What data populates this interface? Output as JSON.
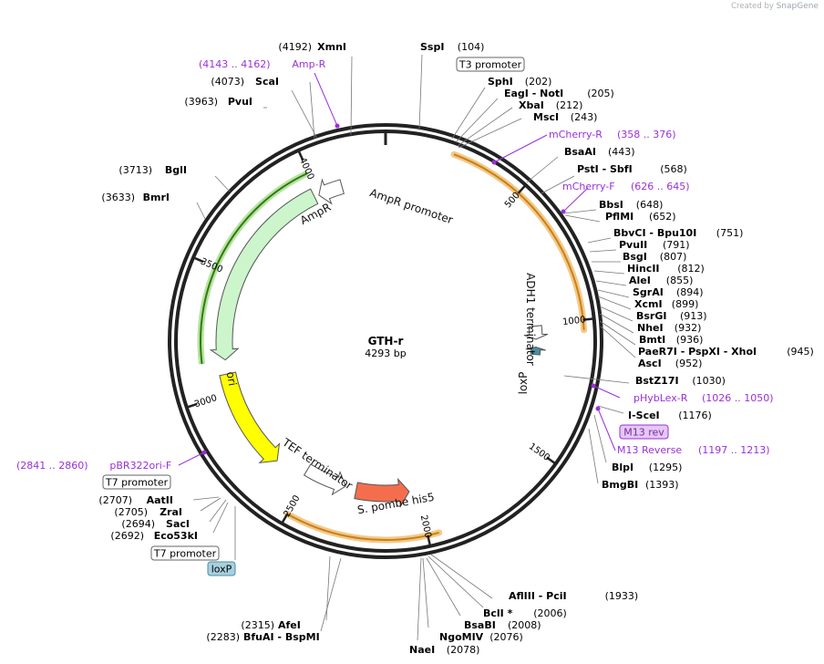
{
  "credit": {
    "prefix": "Created by",
    "brand": "SnapGene"
  },
  "plasmid": {
    "name": "GTH-r",
    "size_label": "4293 bp",
    "length": 4293
  },
  "ticks": [
    {
      "pos": 500,
      "label": "500"
    },
    {
      "pos": 1000,
      "label": "1000"
    },
    {
      "pos": 1500,
      "label": "1500"
    },
    {
      "pos": 2000,
      "label": "2000"
    },
    {
      "pos": 2500,
      "label": "2500"
    },
    {
      "pos": 3000,
      "label": "3000"
    },
    {
      "pos": 3500,
      "label": "3500"
    },
    {
      "pos": 4000,
      "label": "4000"
    }
  ],
  "features": [
    {
      "name": "AmpR promoter",
      "start": 4000,
      "end": 4105,
      "color": "#ffffff",
      "dir": -1
    },
    {
      "name": "AmpR",
      "start": 3140,
      "end": 3980,
      "color": "#ccf5cc",
      "dir": -1
    },
    {
      "name": "ori",
      "start": 2650,
      "end": 3080,
      "color": "#ffff00",
      "dir": -1
    },
    {
      "name": "ADH1 terminator",
      "start": 1005,
      "end": 1065,
      "color": "#ffffff",
      "dir": 1
    },
    {
      "name": "loxP",
      "start": 1100,
      "end": 1134,
      "color": "#4a8fa0",
      "dir": -1
    },
    {
      "name": "S. pombe his5",
      "start": 2040,
      "end": 2280,
      "color": "#f46e4d",
      "dir": -1
    },
    {
      "name": "TEF terminator",
      "start": 2330,
      "end": 2520,
      "color": "#ffffff",
      "dir": -1
    }
  ],
  "enzymes": [
    {
      "label": "XmnI",
      "pos_label": "(4192)"
    },
    {
      "label": "SspI",
      "pos_label": "(104)"
    },
    {
      "label": "ScaI",
      "pos_label": "(4073)"
    },
    {
      "label": "PvuI",
      "pos_label": "(3963)"
    },
    {
      "label": "BglI",
      "pos_label": "(3713)"
    },
    {
      "label": "BmrI",
      "pos_label": "(3633)"
    },
    {
      "label": "SphI",
      "pos_label": "(202)"
    },
    {
      "label": "EagI - NotI",
      "pos_label": "(205)"
    },
    {
      "label": "XbaI",
      "pos_label": "(212)"
    },
    {
      "label": "MscI",
      "pos_label": "(243)"
    },
    {
      "label": "BsaAI",
      "pos_label": "(443)"
    },
    {
      "label": "PstI - SbfI",
      "pos_label": "(568)"
    },
    {
      "label": "BbsI",
      "pos_label": "(648)"
    },
    {
      "label": "PflMI",
      "pos_label": "(652)"
    },
    {
      "label": "BbvCI - Bpu10I",
      "pos_label": "(751)"
    },
    {
      "label": "PvuII",
      "pos_label": "(791)"
    },
    {
      "label": "BsgI",
      "pos_label": "(807)"
    },
    {
      "label": "HincII",
      "pos_label": "(812)"
    },
    {
      "label": "AleI",
      "pos_label": "(855)"
    },
    {
      "label": "SgrAI",
      "pos_label": "(894)"
    },
    {
      "label": "XcmI",
      "pos_label": "(899)"
    },
    {
      "label": "BsrGI",
      "pos_label": "(913)"
    },
    {
      "label": "NheI",
      "pos_label": "(932)"
    },
    {
      "label": "BmtI",
      "pos_label": "(936)"
    },
    {
      "label": "PaeR7I - PspXI - XhoI",
      "pos_label": "(945)"
    },
    {
      "label": "AscI",
      "pos_label": "(952)"
    },
    {
      "label": "BstZ17I",
      "pos_label": "(1030)"
    },
    {
      "label": "I-SceI",
      "pos_label": "(1176)"
    },
    {
      "label": "BlpI",
      "pos_label": "(1295)"
    },
    {
      "label": "BmgBI",
      "pos_label": "(1393)"
    },
    {
      "label": "AflIII - PciI",
      "pos_label": "(1933)"
    },
    {
      "label": "BclI *",
      "pos_label": "(2006)"
    },
    {
      "label": "BsaBI",
      "pos_label": "(2008)"
    },
    {
      "label": "NgoMIV",
      "pos_label": "(2076)"
    },
    {
      "label": "NaeI",
      "pos_label": "(2078)"
    },
    {
      "label": "AfeI",
      "pos_label": "(2315)"
    },
    {
      "label": "BfuAI - BspMI",
      "pos_label": "(2283)"
    },
    {
      "label": "Eco53kI",
      "pos_label": "(2692)"
    },
    {
      "label": "SacI",
      "pos_label": "(2694)"
    },
    {
      "label": "ZraI",
      "pos_label": "(2705)"
    },
    {
      "label": "AatII",
      "pos_label": "(2707)"
    }
  ],
  "primers": [
    {
      "label": "Amp-R",
      "range": "(4143 .. 4162)",
      "color": "#9b30d9"
    },
    {
      "label": "mCherry-R",
      "range": "(358 .. 376)",
      "color": "#9b30d9"
    },
    {
      "label": "mCherry-F",
      "range": "(626 .. 645)",
      "color": "#9b30d9"
    },
    {
      "label": "pHybLex-R",
      "range": "(1026 .. 1050)",
      "color": "#9b30d9"
    },
    {
      "label": "M13 Reverse",
      "range": "(1197 .. 1213)",
      "color": "#9b30d9"
    },
    {
      "label": "pBR322ori-F",
      "range": "(2841 .. 2860)",
      "color": "#9b30d9"
    }
  ],
  "boxed_labels": [
    {
      "label": "T3 promoter",
      "style": "white"
    },
    {
      "label": "M13 rev",
      "style": "lavender"
    },
    {
      "label": "T7 promoter",
      "style": "white"
    },
    {
      "label": "T7 promoter",
      "style": "white"
    },
    {
      "label": "loxP",
      "style": "blue"
    }
  ]
}
